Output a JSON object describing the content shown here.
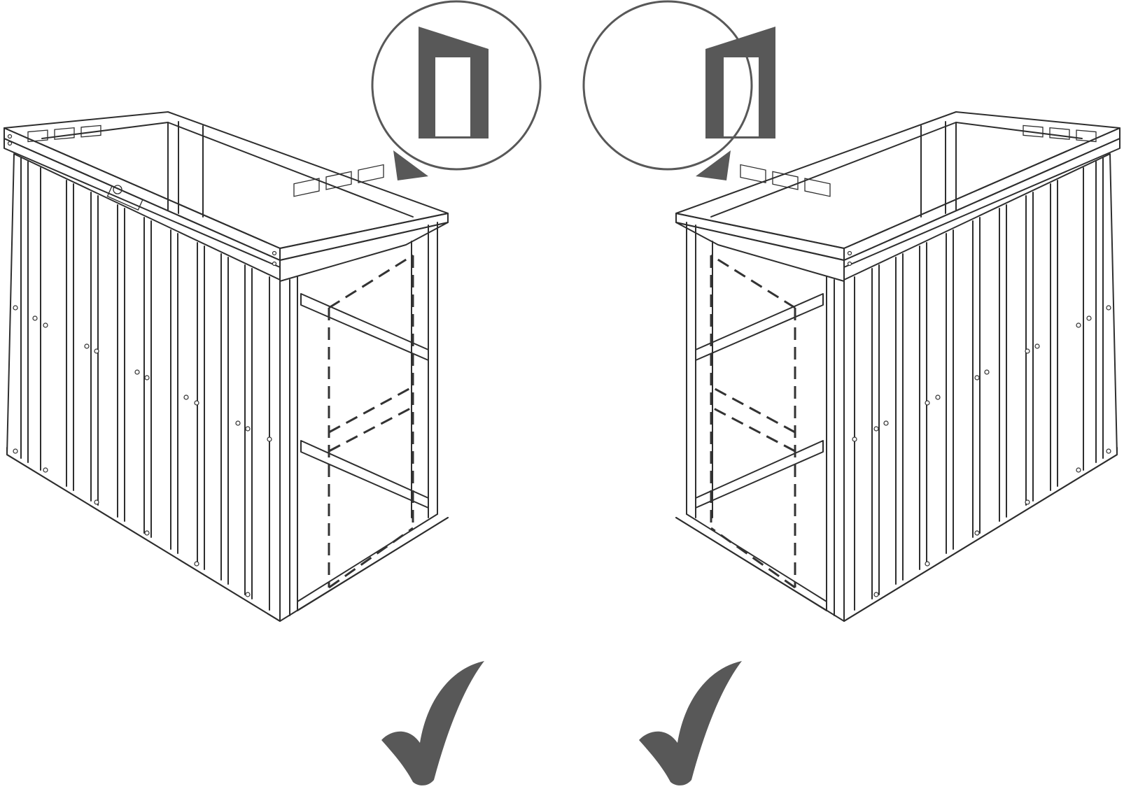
{
  "diagram": {
    "panels": [
      {
        "name": "left",
        "roof": "slope-down-right",
        "accepted": true
      },
      {
        "name": "right",
        "roof": "slope-down-left",
        "accepted": true
      }
    ],
    "icons": {
      "check": "check-mark-icon",
      "door": "door-opening-icon"
    },
    "colors": {
      "ink": "#2e2e2e",
      "accent": "#585858",
      "background": "#ffffff"
    }
  }
}
